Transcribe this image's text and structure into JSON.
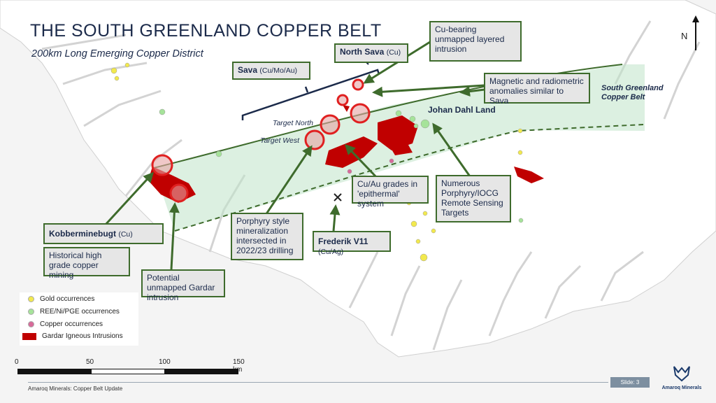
{
  "title": "THE SOUTH GREENLAND COPPER BELT",
  "subtitle": "200km Long Emerging Copper District",
  "north_label": "N",
  "map_labels": {
    "target_north": "Target North",
    "target_west": "Target West",
    "belt_label_line1": "South Greenland",
    "belt_label_line2": "Copper Belt",
    "johan_dahl": "Johan Dahl Land"
  },
  "callouts": {
    "north_sava": {
      "name": "North Sava",
      "sub": "(Cu)"
    },
    "sava": {
      "name": "Sava",
      "sub": "(Cu/Mo/Au)"
    },
    "cu_bearing": "Cu-bearing unmapped layered intrusion",
    "magnetic": "Magnetic and radiometric anomalies similar to Sava",
    "kobberminebugt": {
      "name": "Kobberminebugt",
      "sub": "(Cu)"
    },
    "historical": "Historical high grade copper mining",
    "potential": "Potential unmapped Gardar intrusion",
    "porphyry_style": "Porphyry style mineralization intersected in 2022/23 drilling",
    "frederik": {
      "name": "Frederik V11",
      "sub": "(Cu/Ag)"
    },
    "cu_au": "Cu/Au grades in 'epithermal' system",
    "numerous": "Numerous Porphyry/IOCG Remote Sensing Targets"
  },
  "legend": [
    {
      "label": "Gold occurrences",
      "color": "#f2e94e",
      "kind": "dot"
    },
    {
      "label": "REE/Ni/PGE occurrences",
      "color": "#a6e39a",
      "kind": "dot"
    },
    {
      "label": "Copper occurrences",
      "color": "#d86a9a",
      "kind": "dot"
    },
    {
      "label": "Gardar Igneous Intrusions",
      "color": "#c00000",
      "kind": "rect"
    }
  ],
  "scale_bar": {
    "ticks": [
      "0",
      "50",
      "100",
      "150 km"
    ]
  },
  "footer": "Amaroq Minerals: Copper Belt Update",
  "slide_number": "Slide: 3",
  "brand": "Amaroq Minerals",
  "colors": {
    "accent_green": "#3e6b2c",
    "navy": "#1b2a4a",
    "target_red": "#e02020",
    "intrusion_red": "#c00000"
  }
}
